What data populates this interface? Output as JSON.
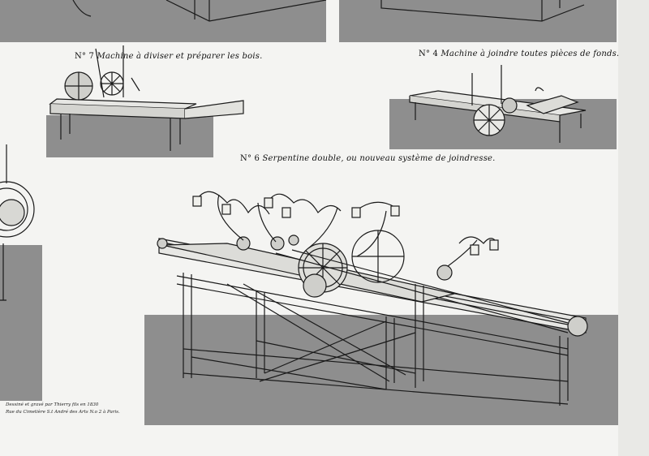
{
  "plate": {
    "captions": {
      "machine_7": {
        "number": "N° 7",
        "text": "Machine à diviser et préparer les bois."
      },
      "machine_4": {
        "number": "N° 4",
        "text": "Machine à joindre toutes pièces de fonds."
      },
      "machine_6": {
        "number": "N° 6",
        "text": "Serpentine double, ou nouveau système de joindresse."
      }
    },
    "credit": {
      "line1": "Dessiné et gravé par Thierry fils en 1830",
      "line2": "Rue du Cimetière S.t André des Arts N.o 2 à Paris."
    }
  },
  "colors": {
    "paper": "#f4f4f2",
    "ground_shading": "#8e8e8e",
    "ink": "#1a1a1a"
  }
}
